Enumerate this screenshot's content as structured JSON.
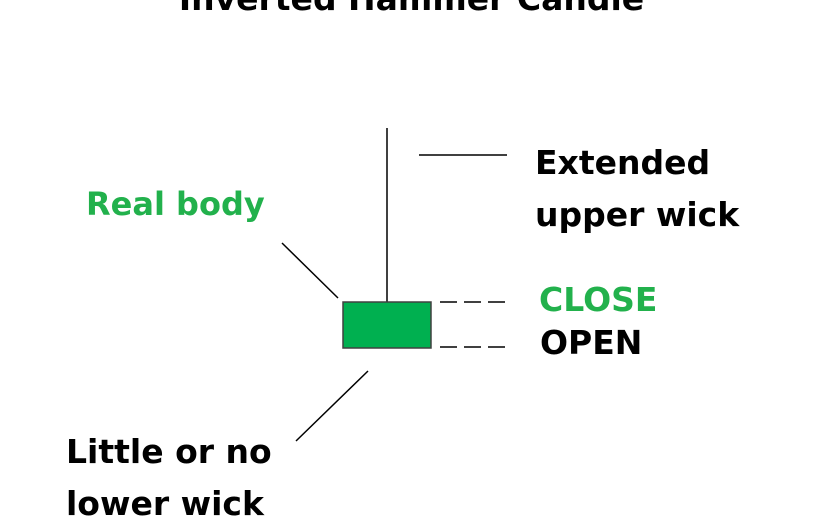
{
  "title": "Inverted Hammer Candle",
  "labels": {
    "upper_wick": [
      "Extended",
      "upper wick"
    ],
    "real_body": "Real body",
    "close": "CLOSE",
    "open": "OPEN",
    "lower_wick": [
      "Little or no",
      "lower wick"
    ]
  },
  "colors": {
    "body_fill": "#00b050",
    "green_text": "#22b14c",
    "dark_text": "#000000",
    "stroke": "#000000"
  }
}
